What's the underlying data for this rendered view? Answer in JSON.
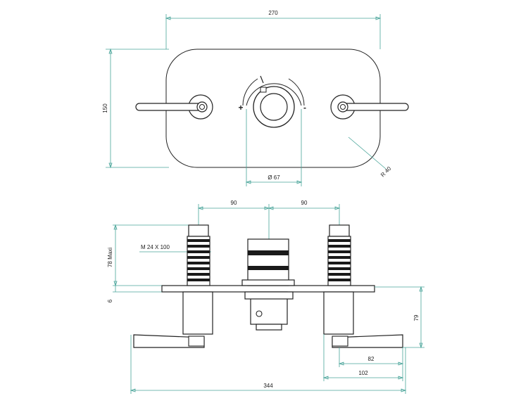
{
  "front_view": {
    "width": "270",
    "height": "150",
    "diameter": "Ø 67",
    "radius": "R 40",
    "plus_symbol": "+",
    "minus_symbol": "-"
  },
  "side_view": {
    "spacing_left": "90",
    "spacing_right": "90",
    "thread": "M 24 X 100",
    "max_depth": "78 Maxi",
    "plate_thickness": "6",
    "projection": "79",
    "lever_82": "82",
    "lever_102": "102",
    "overall_width": "344"
  }
}
